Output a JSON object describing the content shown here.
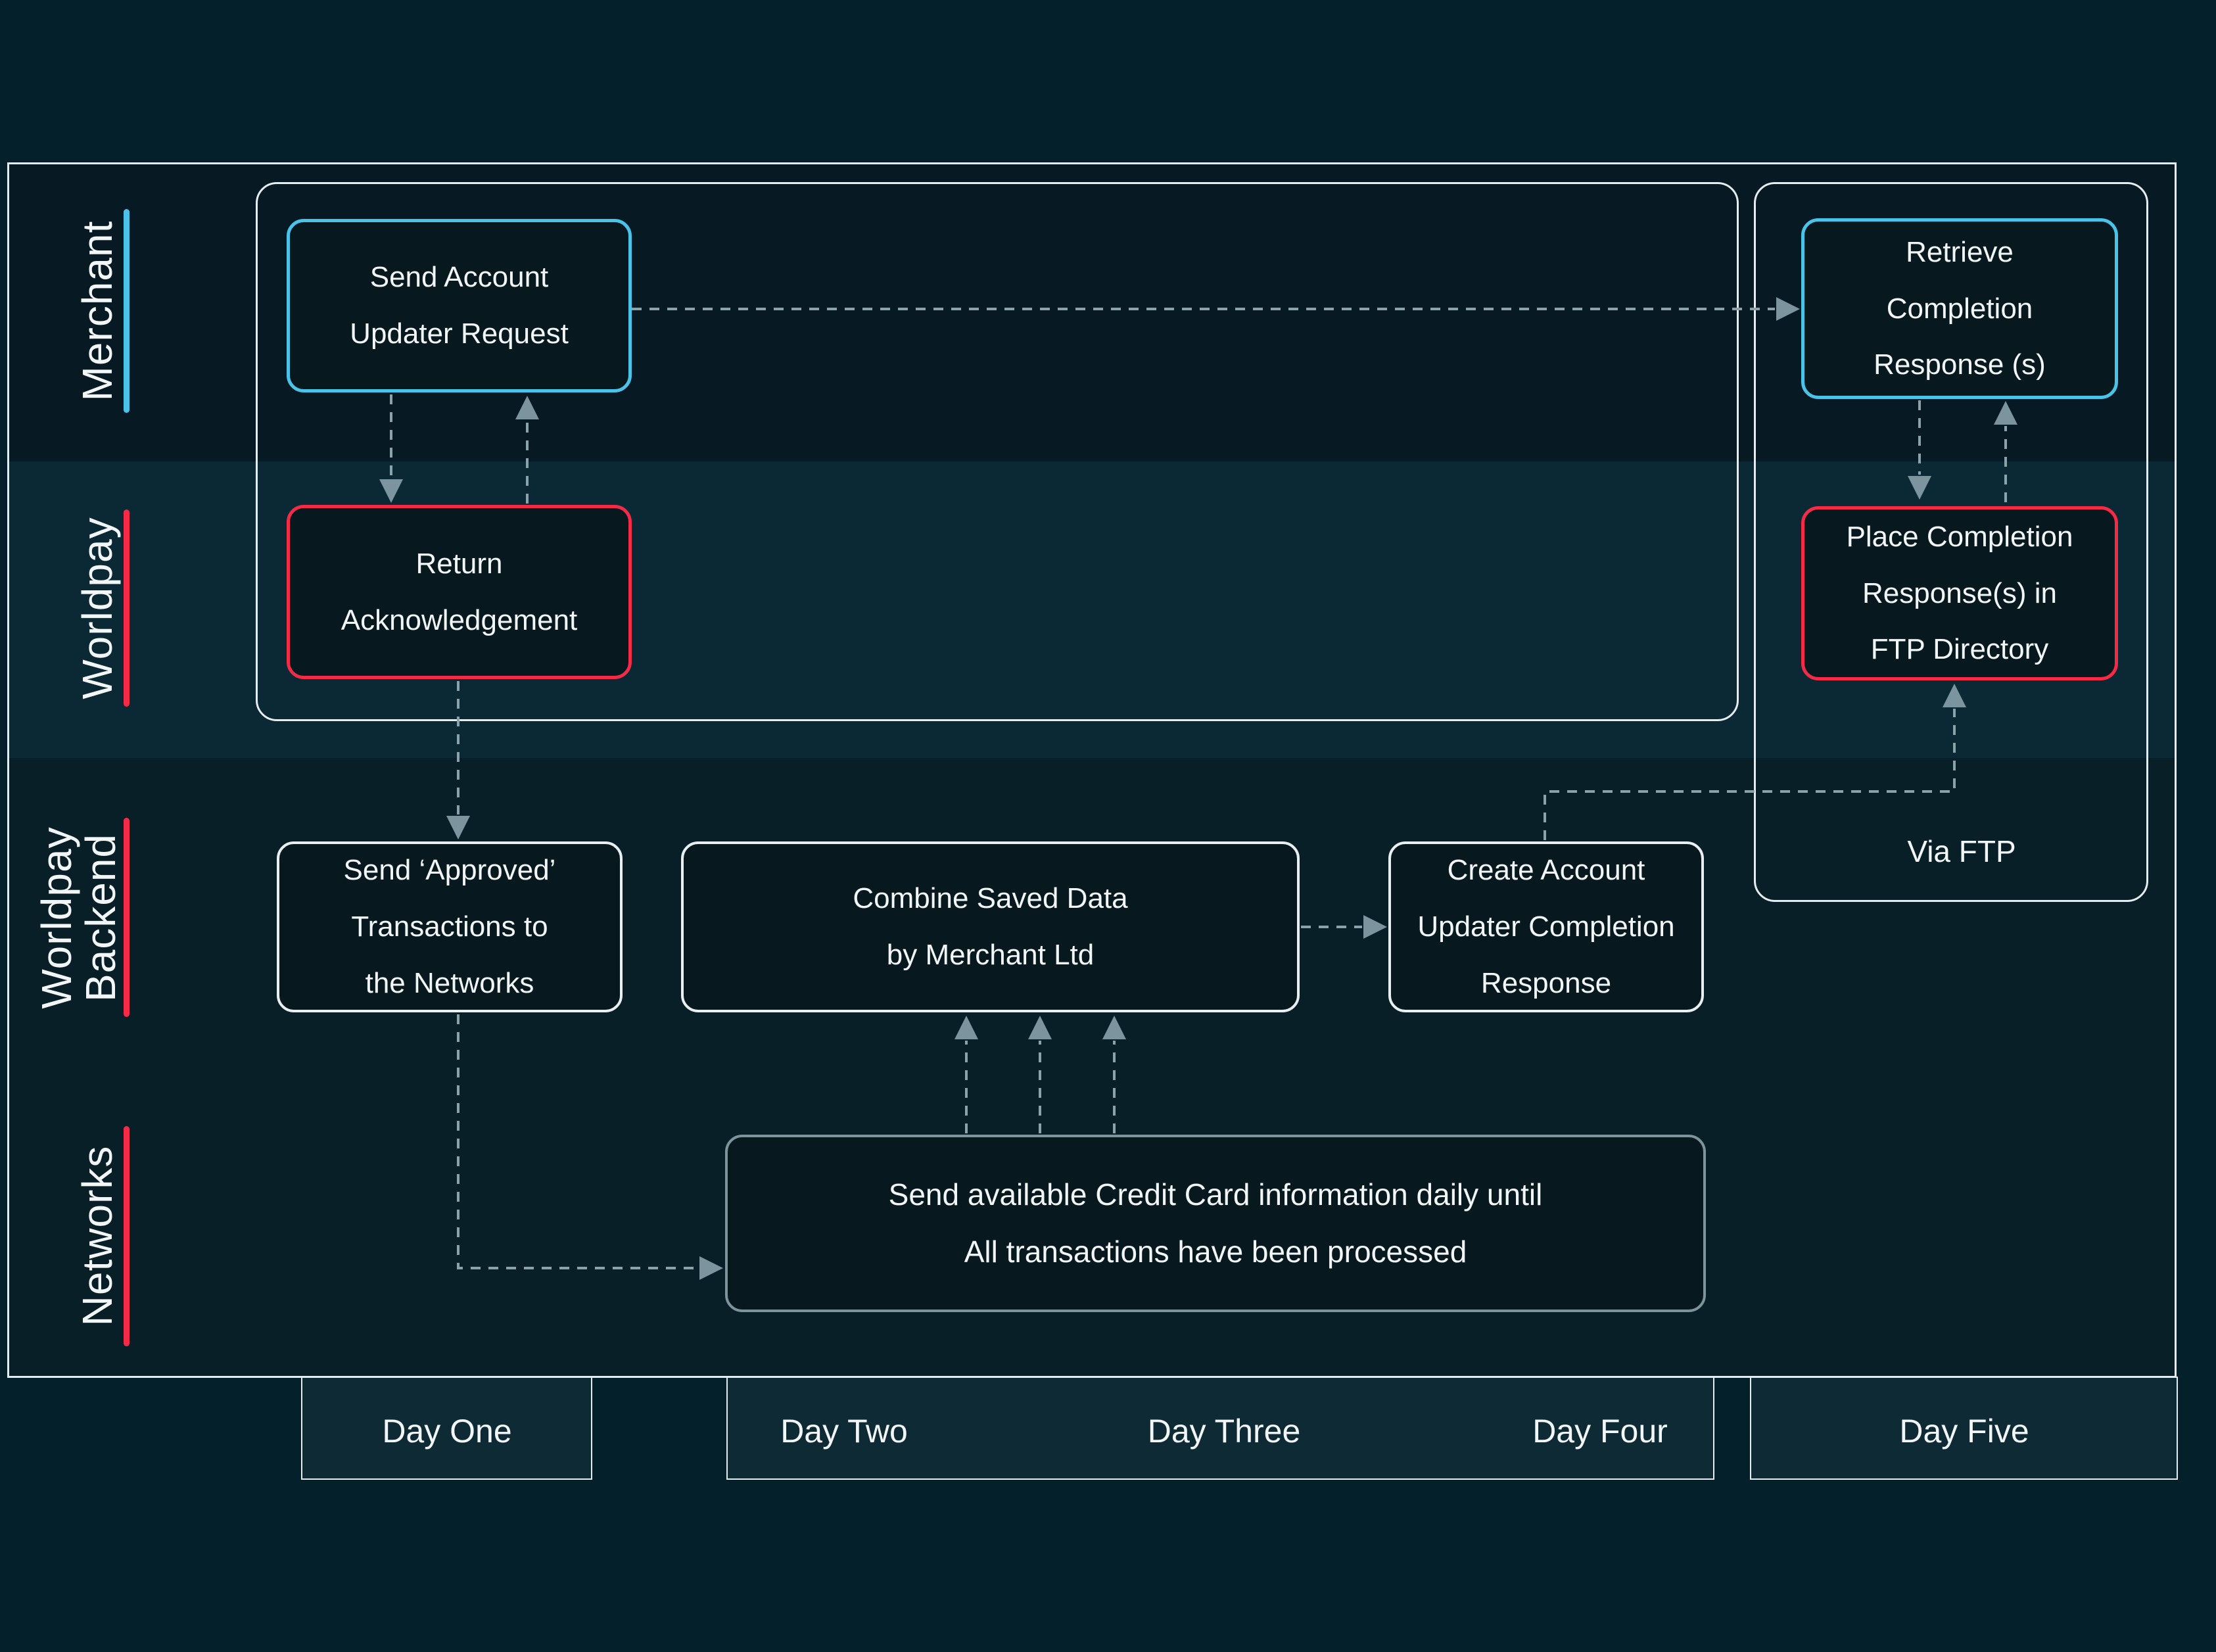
{
  "colors": {
    "page_bg": "#04212b",
    "lane_merchant_bg": "#071922",
    "lane_worldpay_bg": "#0b2934",
    "lane_backend_bg": "#081f28",
    "lane_networks_bg": "#081f28",
    "cyan_accent": "#4ac3e8",
    "red_accent": "#f52a47",
    "box_border_white": "#e9eff1",
    "box_border_gray": "#7e949c",
    "container_border": "#e6edf0",
    "connector": "#8aa2aa",
    "arrowhead": "#7c949e",
    "day_box_bg": "#0d2a35"
  },
  "lanes": [
    {
      "label": "Merchant",
      "accent": "#4ac3e8"
    },
    {
      "label": "Worldpay",
      "accent": "#f52a47"
    },
    {
      "label": "Worldpay\nBackend",
      "accent": "#f52a47"
    },
    {
      "label": "Networks",
      "accent": "#f52a47"
    }
  ],
  "nodes": {
    "send_request": {
      "text": "Send Account\nUpdater Request",
      "border": "#4ac3e8"
    },
    "return_ack": {
      "text": "Return\nAcknowledgement",
      "border": "#f52a47"
    },
    "retrieve": {
      "text": "Retrieve\nCompletion\nResponse (s)",
      "border": "#4ac3e8"
    },
    "place": {
      "text": "Place Completion\nResponse(s) in\nFTP Directory",
      "border": "#f52a47"
    },
    "send_approved": {
      "text": "Send ‘Approved’\nTransactions to\nthe Networks",
      "border": "#e9eff1"
    },
    "combine": {
      "text": "Combine Saved Data\nby Merchant Ltd",
      "border": "#e9eff1"
    },
    "create": {
      "text": "Create Account\nUpdater Completion\nResponse",
      "border": "#e9eff1"
    },
    "networks_daily": {
      "text": "Send available Credit Card information daily until\nAll transactions have been processed",
      "border": "#7e949c"
    }
  },
  "annotations": {
    "via_ftp": "Via FTP"
  },
  "timeline": {
    "day_one": "Day One",
    "day_two": "Day Two",
    "day_three": "Day Three",
    "day_four": "Day Four",
    "day_five": "Day Five"
  }
}
